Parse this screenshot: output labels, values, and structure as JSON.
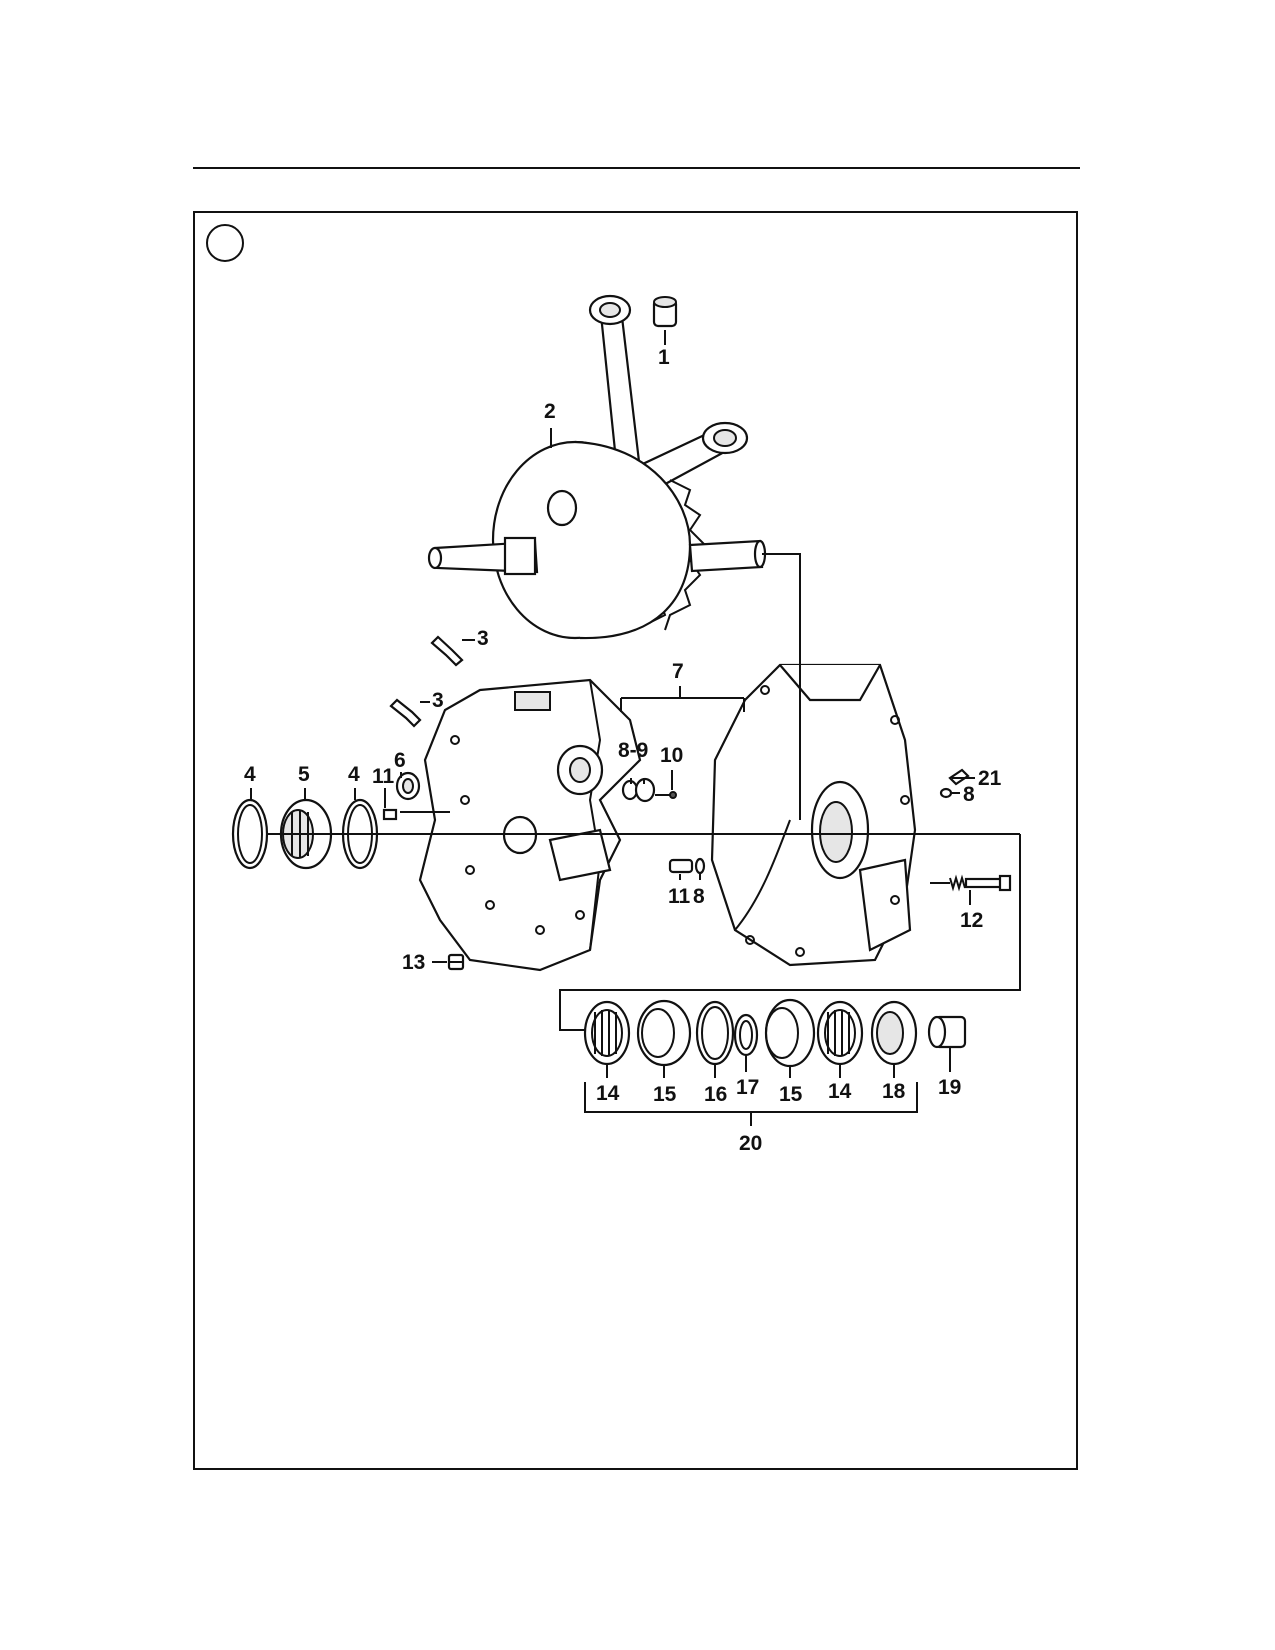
{
  "diagram": {
    "callouts": {
      "c1": "1",
      "c2": "2",
      "c3a": "3",
      "c3b": "3",
      "c4a": "4",
      "c5": "5",
      "c4b": "4",
      "c6": "6",
      "c11a": "11",
      "c7": "7",
      "c89": "8-9",
      "c10": "10",
      "c21": "21",
      "c8a": "8",
      "c11b": "11",
      "c8b": "8",
      "c12": "12",
      "c13": "13",
      "c14a": "14",
      "c15a": "15",
      "c16": "16",
      "c17": "17",
      "c15b": "15",
      "c14b": "14",
      "c18": "18",
      "c19": "19",
      "c20": "20"
    }
  }
}
